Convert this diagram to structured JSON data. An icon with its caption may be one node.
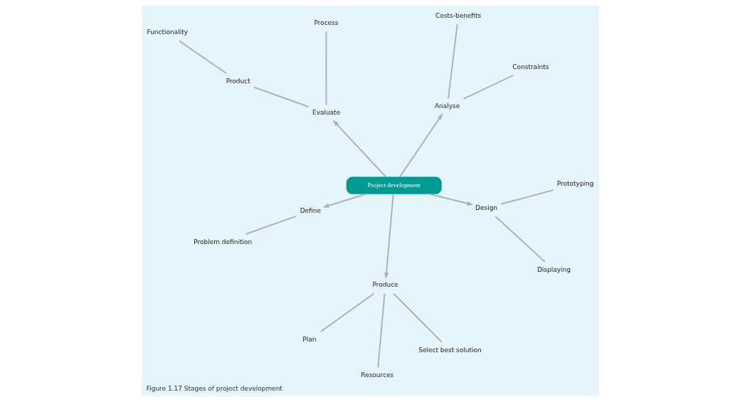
{
  "diagram": {
    "caption": "Figure 1.17 Stages of project development",
    "nodes": [
      {
        "text": [
          "Project development"
        ]
      },
      {
        "text": [
          "Evaluate"
        ]
      },
      {
        "text": [
          "Product"
        ]
      },
      {
        "text": [
          "Functionality"
        ]
      },
      {
        "text": [
          "Process"
        ]
      },
      {
        "text": [
          "Define"
        ]
      },
      {
        "text": [
          "Problem definition"
        ]
      },
      {
        "text": [
          "Produce"
        ]
      },
      {
        "text": [
          "Plan"
        ]
      },
      {
        "text": [
          "Select best solution"
        ]
      },
      {
        "text": [
          "Resources"
        ]
      },
      {
        "text": [
          "Analyse"
        ]
      },
      {
        "text": [
          "Constraints"
        ]
      },
      {
        "text": [
          "Costs-benefits"
        ]
      },
      {
        "text": [
          "Design"
        ]
      },
      {
        "text": [
          "Displaying"
        ]
      },
      {
        "text": [
          "Prototyping"
        ]
      }
    ],
    "edges": [
      {
        "from": 0,
        "to": 1,
        "arrow": "to"
      },
      {
        "from": 1,
        "to": 2,
        "arrow": "none"
      },
      {
        "from": 2,
        "to": 3,
        "arrow": "none"
      },
      {
        "from": 1,
        "to": 4,
        "arrow": "none"
      },
      {
        "from": 0,
        "to": 5,
        "arrow": "to"
      },
      {
        "from": 5,
        "to": 6,
        "arrow": "none"
      },
      {
        "from": 0,
        "to": 7,
        "arrow": "to"
      },
      {
        "from": 7,
        "to": 8,
        "arrow": "none"
      },
      {
        "from": 7,
        "to": 9,
        "arrow": "none"
      },
      {
        "from": 7,
        "to": 10,
        "arrow": "none"
      },
      {
        "from": 0,
        "to": 11,
        "arrow": "to"
      },
      {
        "from": 11,
        "to": 12,
        "arrow": "none"
      },
      {
        "from": 11,
        "to": 13,
        "arrow": "none"
      },
      {
        "from": 0,
        "to": 14,
        "arrow": "to"
      },
      {
        "from": 14,
        "to": 15,
        "arrow": "none"
      },
      {
        "from": 14,
        "to": 16,
        "arrow": "none"
      }
    ]
  }
}
